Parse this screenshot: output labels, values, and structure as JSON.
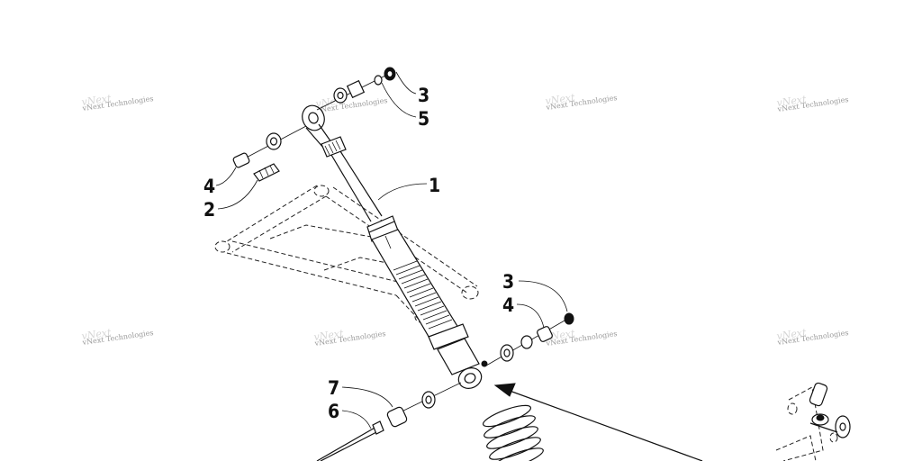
{
  "diagram": {
    "callouts": [
      "3",
      "5",
      "4",
      "2",
      "1",
      "3",
      "4",
      "7",
      "6"
    ],
    "watermark_text": "vNext Technologies",
    "watermark_ghost_text": "vNext",
    "colors": {
      "line": "#111111",
      "background": "#ffffff",
      "watermark": "#9a9a9a"
    }
  }
}
